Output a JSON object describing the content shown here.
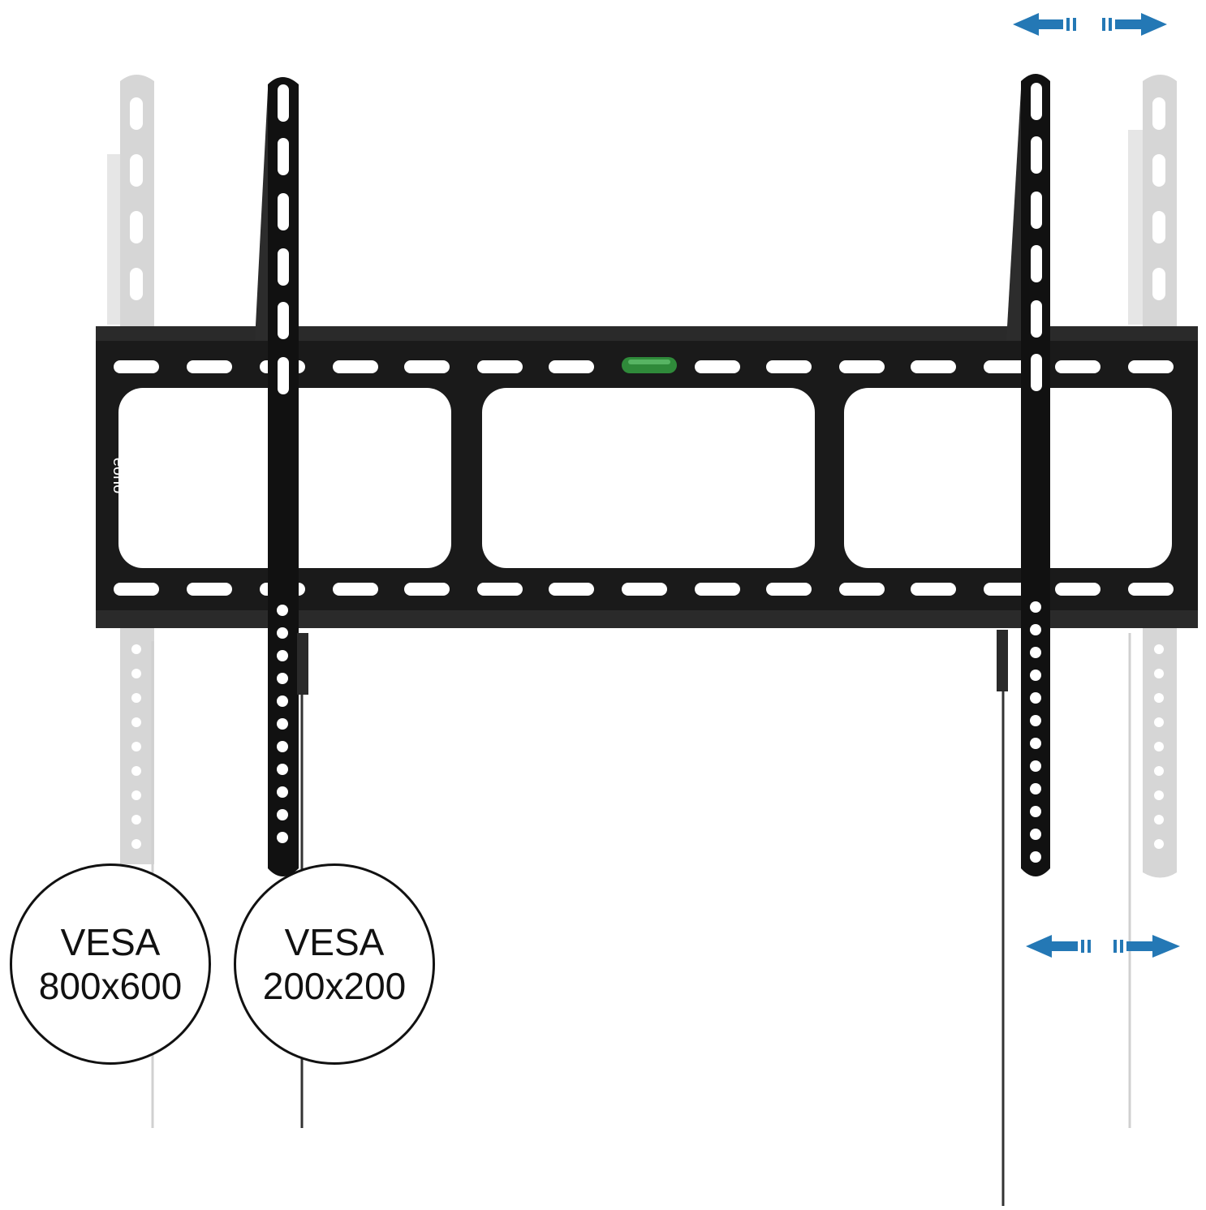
{
  "brand": {
    "logo_text": "eono"
  },
  "badges": [
    {
      "line1": "VESA",
      "line2": "800x600"
    },
    {
      "line1": "VESA",
      "line2": "200x200"
    }
  ],
  "colors": {
    "mount": "#161616",
    "ghost": "#cfcfcf",
    "level": "#2f8a3a",
    "arrow": "#2478b5",
    "background": "#ffffff"
  },
  "icons": {
    "arrows_top": "left-right-arrows-icon",
    "arrows_bottom": "left-right-arrows-icon",
    "level": "bubble-level-icon"
  }
}
